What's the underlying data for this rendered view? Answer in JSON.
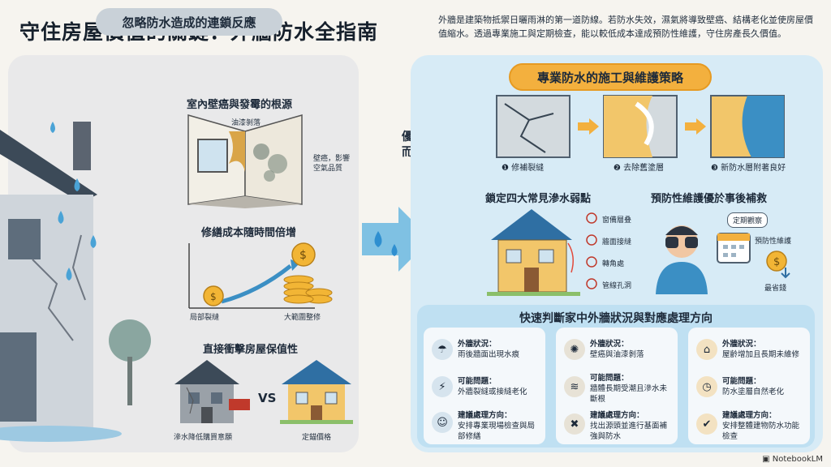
{
  "title": "守住房屋價值的關鍵：外牆防水全指南",
  "intro": "外牆是建築物抵禦日曬雨淋的第一道防線。若防水失效，濕氣將導致壁癌、結構老化並使房屋價值縮水。透過專業施工與定期檢查，能以較低成本達成預防性維護，守住房產長久價值。",
  "left": {
    "header": "忽略防水造成的連鎖反應",
    "mold_title": "室內壁癌與發霉的根源",
    "mold_callout_1": "油漆剝落",
    "mold_callout_2": "壁癌，影響空氣品質",
    "cost_title": "修繕成本隨時間倍增",
    "cost_small": "局部裂縫",
    "cost_large": "大範圍整修",
    "value_title": "直接衝擊房屋保值性",
    "vs": "VS",
    "value_low": "滲水降低購買意願",
    "value_high": "定錨價格"
  },
  "center": {
    "priority": "優先處理基面而非直接覆蓋"
  },
  "right": {
    "header": "專業防水的施工與維護策略",
    "steps": [
      "修補裂縫",
      "去除舊塗層",
      "新防水層附著良好"
    ],
    "step_numbers": [
      "1",
      "2",
      "3"
    ],
    "weak_title": "鎖定四大常見滲水弱點",
    "weak_points": [
      "窗備層叠",
      "牆面接縫",
      "轉角處",
      "管線孔洞"
    ],
    "prevent_title": "預防性維護優於事後補救",
    "prevent_bubble": "定期觀察",
    "prevent_label": "預防性維護",
    "prevent_cost": "最省錢"
  },
  "quick": {
    "title": "快速判斷家中外牆狀況與對應處理方向",
    "cards": [
      {
        "rows": [
          {
            "label": "外牆狀況：",
            "text": "雨後牆面出現水痕",
            "icon": "rain-cloud-icon",
            "glyph": "☂"
          },
          {
            "label": "可能問題：",
            "text": "外牆裂縫或接縫老化",
            "icon": "cracked-wall-icon",
            "glyph": "⚡"
          },
          {
            "label": "建議處理方向：",
            "text": "安排專業現場檢查與局部修繕",
            "icon": "inspector-icon",
            "glyph": "☺"
          }
        ]
      },
      {
        "rows": [
          {
            "label": "外牆狀況：",
            "text": "壁癌與油漆剝落",
            "icon": "mold-stain-icon",
            "glyph": "✺"
          },
          {
            "label": "可能問題：",
            "text": "牆體長期受潮且滲水未斷根",
            "icon": "damp-wall-icon",
            "glyph": "≋"
          },
          {
            "label": "建議處理方向：",
            "text": "找出源頭並進行基面補強與防水",
            "icon": "tools-icon",
            "glyph": "✖"
          }
        ]
      },
      {
        "rows": [
          {
            "label": "外牆狀況：",
            "text": "屋齡增加且長期未維修",
            "icon": "house-icon",
            "glyph": "⌂"
          },
          {
            "label": "可能問題：",
            "text": "防水塗層自然老化",
            "icon": "clock-icon",
            "glyph": "◷"
          },
          {
            "label": "建議處理方向：",
            "text": "安排整體建物防水功能檢查",
            "icon": "shield-check-icon",
            "glyph": "✔"
          }
        ]
      }
    ]
  },
  "footer": "NotebookLM",
  "colors": {
    "left_panel": "#e9e9ea",
    "right_panel": "#d7ebf6",
    "accent_orange": "#f3b03e",
    "accent_blue": "#3b8fc4",
    "coin": "#f2b535"
  }
}
